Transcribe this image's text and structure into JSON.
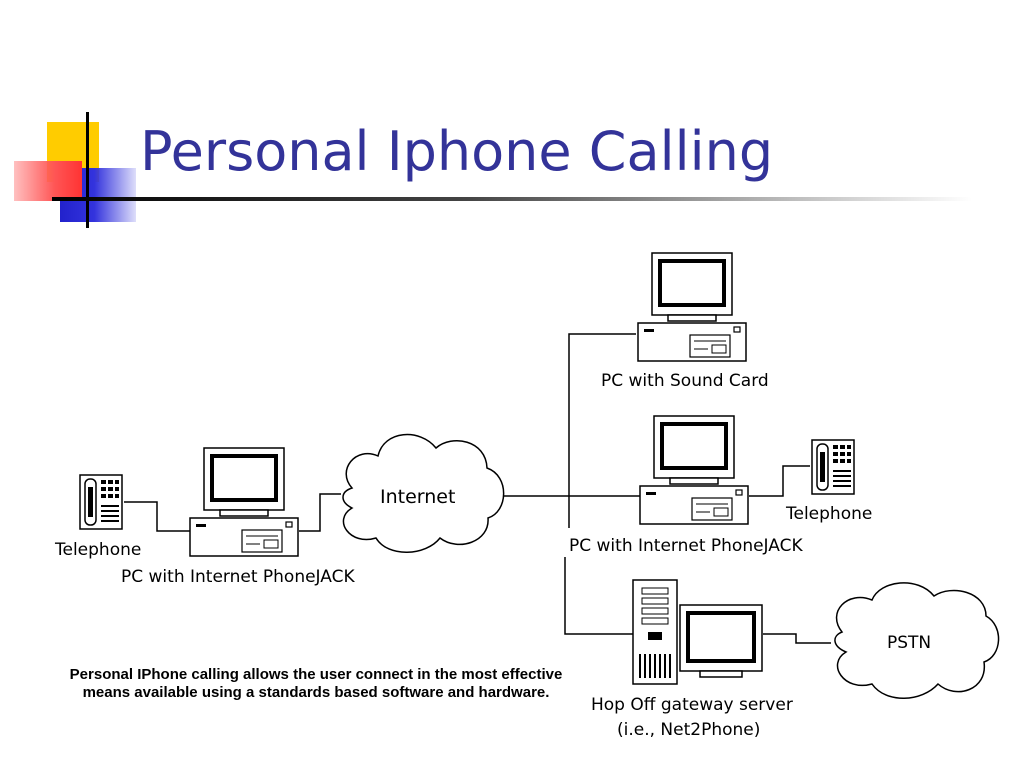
{
  "slide": {
    "title": "Personal Iphone Calling",
    "caption": "Personal IPhone calling allows the user connect in the most effective means available using a standards based software and hardware.",
    "accent_colors": {
      "title": "#333399",
      "yellow": "#ffcc00",
      "red": "#ff5555",
      "blue": "#3333cc"
    }
  },
  "diagram": {
    "cloud_internet": "Internet",
    "cloud_pstn": "PSTN",
    "left_telephone": "Telephone",
    "left_pc": "PC with Internet PhoneJACK",
    "right_pc_sound": "PC with Sound Card",
    "right_pc_jack": "PC with Internet PhoneJACK",
    "right_telephone": "Telephone",
    "gateway_line1": "Hop Off gateway server",
    "gateway_line2": "(i.e., Net2Phone)"
  }
}
